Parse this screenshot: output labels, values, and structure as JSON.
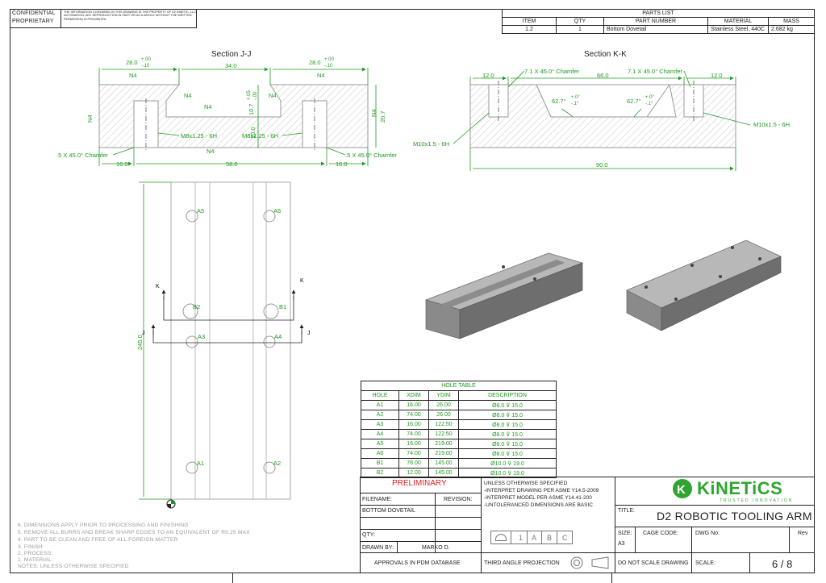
{
  "confidential": {
    "line1": "CONFIDENTIAL",
    "line2": "PROPRIETARY",
    "legal": "THE INFORMATION CONTAINED IN THIS DRAWING IS THE PROPERTY OF K2 KINETIC, LLC AUTOMATION. ANY REPRODUCTION IN PART OR AS A WHOLE WITHOUT THE WRITTEN PERMISSION IS PROHIBITED"
  },
  "parts_list": {
    "title": "PARTS LIST",
    "headers": [
      "ITEM",
      "QTY",
      "PART NUMBER",
      "MATERIAL",
      "MASS"
    ],
    "row": [
      "1.2",
      "1",
      "Bottom Dovetail",
      "Stainless Steel, 440C",
      "2.682 kg"
    ]
  },
  "section_jj": {
    "title": "Section J-J",
    "dims": {
      "top_left": "28.0",
      "tol_plus_left": "+.00",
      "tol_minus_left": "-.10",
      "top_mid": "34.0",
      "top_right": "28.0",
      "tol_plus_right": "+.00",
      "tol_minus_right": "-.10",
      "finish": "N4",
      "v_depth": "10.7",
      "v_tol_plus": "+.05",
      "v_tol_minus": "-.00",
      "v_lower": "10.0",
      "height": "20.7",
      "thread_left": "M8x1.25 - 6H",
      "thread_right": "M8x1.25 - 6H",
      "chamfer_left": ".5 X 45.0° Chamfer",
      "chamfer_right": ".5 X 45.0° Chamfer",
      "bottom_left": "16.0",
      "bottom_mid": "58.0",
      "bottom_right": "16.0"
    }
  },
  "section_kk": {
    "title": "Section K-K",
    "dims": {
      "chamfer_left": "7.1 X 45.0° Chamfer",
      "chamfer_right": "7.1 X 45.0° Chamfer",
      "left": "12.0",
      "mid": "66.0",
      "right": "12.0",
      "angle": "62.7°",
      "angle_plus": "+.0°",
      "angle_minus": "-.1°",
      "thread_left": "M10x1.5 - 6H",
      "thread_right": "M10x1.5 - 6H",
      "overall": "90.0"
    }
  },
  "plan_view": {
    "labels": [
      "A5",
      "A6",
      "B2",
      "B1",
      "A3",
      "A4",
      "A1",
      "A2"
    ],
    "k_label": "K",
    "j_label": "J",
    "length": "245.0"
  },
  "hole_table": {
    "title": "HOLE TABLE",
    "headers": [
      "HOLE",
      "XDIM",
      "YDIM",
      "DESCRIPTION"
    ],
    "rows": [
      [
        "A1",
        "16.00",
        "26.00",
        "Ø8.0 ⊽ 15.0"
      ],
      [
        "A2",
        "74.00",
        "26.00",
        "Ø8.0 ⊽ 15.0"
      ],
      [
        "A3",
        "16.00",
        "122.50",
        "Ø8.0 ⊽ 15.0"
      ],
      [
        "A4",
        "74.00",
        "122.50",
        "Ø8.0 ⊽ 15.0"
      ],
      [
        "A5",
        "16.00",
        "219.00",
        "Ø8.0 ⊽ 15.0"
      ],
      [
        "A6",
        "74.00",
        "219.00",
        "Ø8.0 ⊽ 15.0"
      ],
      [
        "B1",
        "78.00",
        "145.00",
        "Ø10.0 ⊽ 19.0"
      ],
      [
        "B2",
        "12.00",
        "145.00",
        "Ø10.0 ⊽ 19.0"
      ]
    ]
  },
  "title_block": {
    "preliminary": "PRELIMINARY",
    "filename_label": "FILENAME:",
    "revision_label": "REVISION:",
    "filename": "BOTTOM DOVETAIL",
    "qty_label": "QTY:",
    "drawn_by_label": "DRAWN BY:",
    "drawn_by": "MARKO D.",
    "approvals": "APPROVALS IN PDM DATABASE",
    "unless": "UNLESS OTHERWISE SPECIFIED",
    "interp1": "-INTERPRET DRAWING PER ASME Y14.5-2009",
    "interp2": "-INTERPRET MODEL PER ASME Y14.41-200",
    "interp3": "-UNTOLERANCED DIMENSIONS ARE BASIC",
    "datum_a": "A",
    "datum_b": "B",
    "datum_c": "C",
    "datum_1": "1",
    "projection": "THIRD ANGLE PROJECTION",
    "logo_text": "KiNETiCS",
    "logo_tagline": "TRUSTED INNOVATION",
    "title_label": "TITLE:",
    "title": "D2 ROBOTIC TOOLING ARM",
    "size_label": "SIZE:",
    "size": "A3",
    "cage_label": "CAGE CODE:",
    "dwg_label": "DWG No:",
    "rev_label": "Rev",
    "noscale": "DO NOT SCALE DRAWING",
    "scale_label": "SCALE:",
    "sheet": "6 / 8"
  },
  "notes": [
    "6. DIMENSIONS APPLY PRIOR TO PROCESSING AND FINISHING",
    "5. REMOVE ALL BURRS AND BREAK SHARP EDGES TO AN  EQUIVALENT OF R0.25 MAX",
    "4. PART TO BE CLEAN AND FREE OF ALL FOREIGN MATTER",
    "3. FINISH:",
    "2. PROCESS:",
    "1. MATERIAL:",
    "NOTES: UNLESS OTHERWISE SPECIFIED"
  ],
  "colors": {
    "dimension": "#1e9a1e",
    "preliminary": "#e02020",
    "logo": "#2fa52f",
    "hatch": "#c8c8c8",
    "line": "#222222"
  }
}
